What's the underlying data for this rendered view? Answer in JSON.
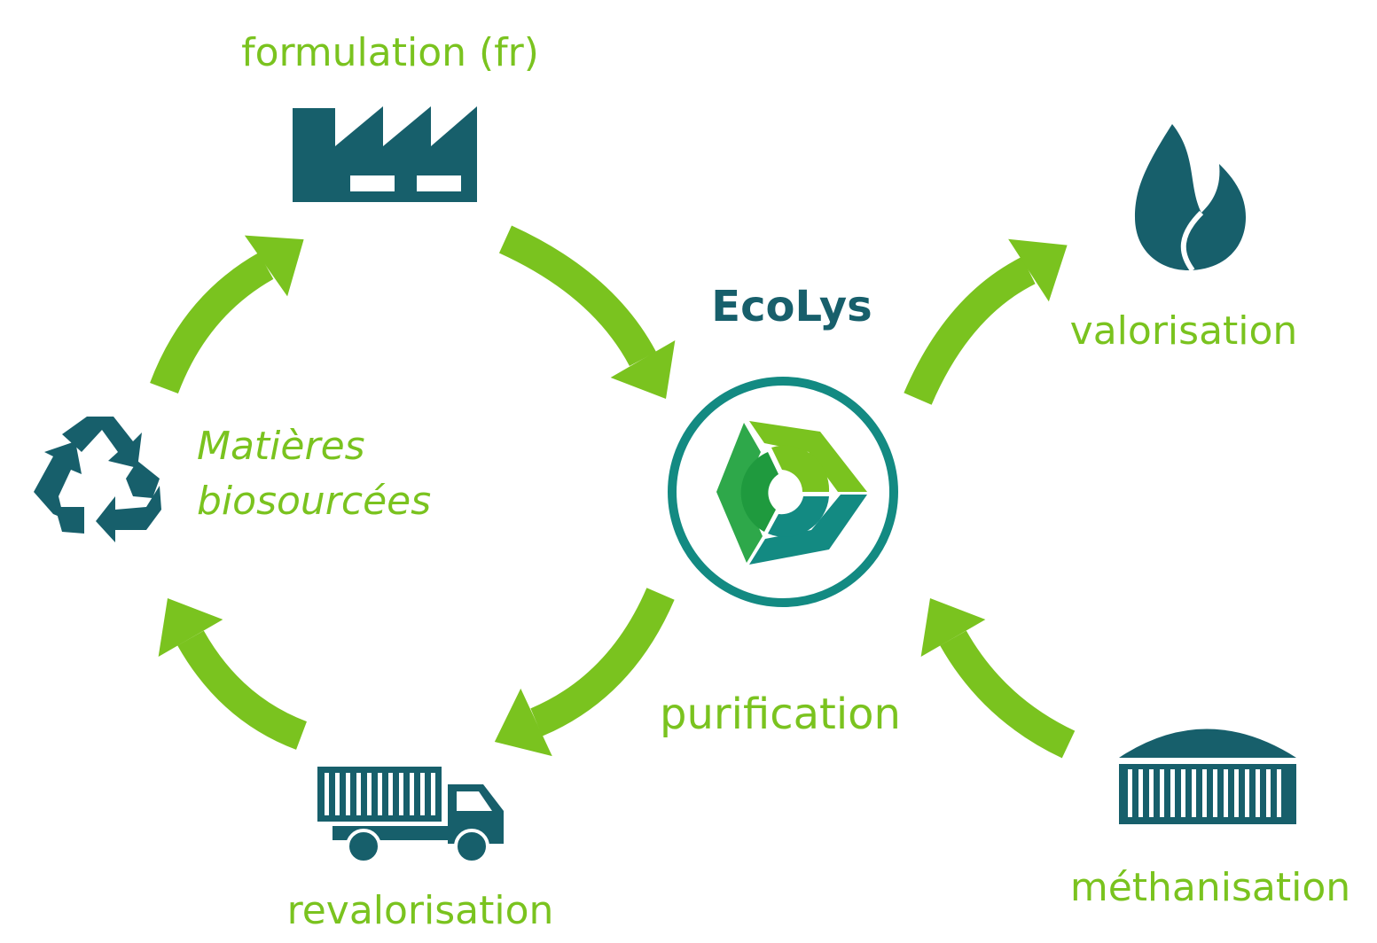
{
  "title": "EcoLys",
  "labels": {
    "formulation": "formulation (fr)",
    "valorisation": "valorisation",
    "biosourced_line1": "Matières",
    "biosourced_line2": "biosourcées",
    "purification": "purification",
    "revalorisation": "revalorisation",
    "methanisation": "méthanisation"
  },
  "colors": {
    "green": "#7ac31f",
    "teal": "#175f6b",
    "ring": "#138a82",
    "mid_green": "#2ea84a"
  },
  "icons": [
    "factory-icon",
    "flame-icon",
    "recycle-icon",
    "ecolys-logo-icon",
    "truck-icon",
    "biogas-dome-icon"
  ]
}
